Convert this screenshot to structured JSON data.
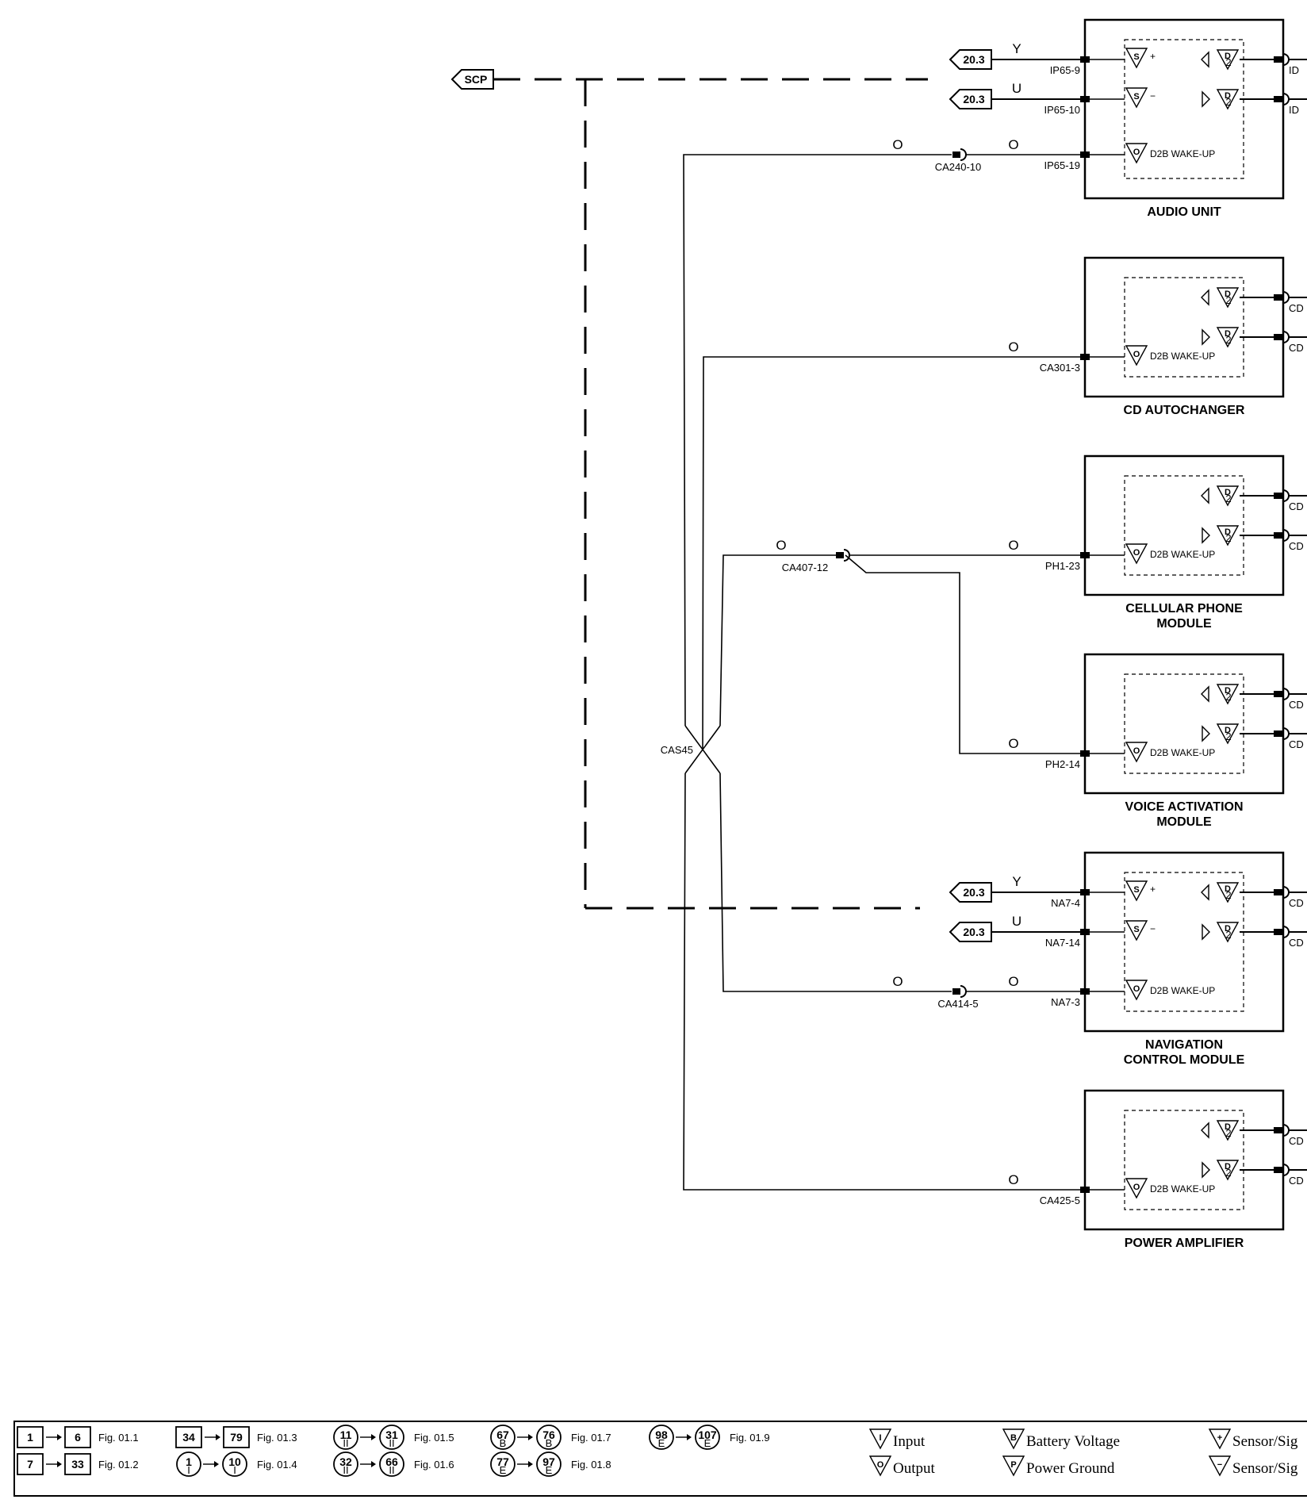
{
  "scp_label": "SCP",
  "splice_label": "CAS45",
  "modules": [
    {
      "title": [
        "AUDIO UNIT"
      ],
      "has_scp": true,
      "scp_plus_pin": "IP65-9",
      "scp_minus_pin": "IP65-10",
      "scp_ref": "20.3",
      "scp_plus_color": "Y",
      "scp_minus_color": "U",
      "wake_pin": "IP65-19",
      "wake_color": "O",
      "right_pins": [
        "ID",
        "ID"
      ],
      "d2b_label": "D2B WAKE-UP"
    },
    {
      "title": [
        "CD AUTOCHANGER"
      ],
      "has_scp": false,
      "wake_pin": "CA301-3",
      "wake_color": "O",
      "right_pins": [
        "CD",
        "CD"
      ],
      "d2b_label": "D2B WAKE-UP"
    },
    {
      "title": [
        "CELLULAR PHONE",
        "MODULE"
      ],
      "has_scp": false,
      "wake_pin": "PH1-23",
      "wake_color": "O",
      "right_pins": [
        "CD",
        "CD"
      ],
      "d2b_label": "D2B WAKE-UP"
    },
    {
      "title": [
        "VOICE ACTIVATION",
        "MODULE"
      ],
      "has_scp": false,
      "wake_pin": "PH2-14",
      "wake_color": "O",
      "right_pins": [
        "CD",
        "CD"
      ],
      "d2b_label": "D2B WAKE-UP"
    },
    {
      "title": [
        "NAVIGATION",
        "CONTROL MODULE"
      ],
      "has_scp": true,
      "scp_plus_pin": "NA7-4",
      "scp_minus_pin": "NA7-14",
      "scp_ref": "20.3",
      "scp_plus_color": "Y",
      "scp_minus_color": "U",
      "wake_pin": "NA7-3",
      "wake_color": "O",
      "right_pins": [
        "CD",
        "CD"
      ],
      "d2b_label": "D2B WAKE-UP"
    },
    {
      "title": [
        "POWER AMPLIFIER"
      ],
      "has_scp": false,
      "wake_pin": "CA425-5",
      "wake_color": "O",
      "right_pins": [
        "CD",
        "CD"
      ],
      "d2b_label": "D2B WAKE-UP"
    }
  ],
  "inline_connectors": [
    {
      "label": "CA240-10",
      "color_left": "O",
      "color_right": "O"
    },
    {
      "label": "CA407-12",
      "color_left": "O",
      "color_right": "O"
    },
    {
      "label": "CA414-5",
      "color_left": "O",
      "color_right": "O"
    }
  ],
  "voice_wire_color": "O",
  "triangle_glyphs": {
    "s": "S",
    "d": "D",
    "o": "O",
    "d_sub": "2",
    "plus": "+",
    "minus": "−"
  },
  "legend": {
    "refs": [
      {
        "from": "1",
        "to": "6",
        "fig": "Fig. 01.1",
        "shape": "box"
      },
      {
        "from": "7",
        "to": "33",
        "fig": "Fig. 01.2",
        "shape": "box"
      },
      {
        "from": "34",
        "to": "79",
        "fig": "Fig. 01.3",
        "shape": "box"
      },
      {
        "from": "1",
        "to": "10",
        "fig": "Fig. 01.4",
        "shape": "circle",
        "sub": "I"
      },
      {
        "from": "11",
        "to": "31",
        "fig": "Fig. 01.5",
        "shape": "circle",
        "sub": "II"
      },
      {
        "from": "32",
        "to": "66",
        "fig": "Fig. 01.6",
        "shape": "circle",
        "sub": "II"
      },
      {
        "from": "67",
        "to": "76",
        "fig": "Fig. 01.7",
        "shape": "circle",
        "sub": "B"
      },
      {
        "from": "77",
        "to": "97",
        "fig": "Fig. 01.8",
        "shape": "circle",
        "sub": "E"
      },
      {
        "from": "98",
        "to": "107",
        "fig": "Fig. 01.9",
        "shape": "circle",
        "sub": "E"
      }
    ],
    "symbols": [
      {
        "glyph": "I",
        "text": "Input"
      },
      {
        "glyph": "O",
        "text": "Output"
      },
      {
        "glyph": "B",
        "text": "Battery Voltage"
      },
      {
        "glyph": "P",
        "text": "Power Ground"
      },
      {
        "glyph": "+",
        "text": "Sensor/Sig"
      },
      {
        "glyph": "−",
        "text": "Sensor/Sig"
      }
    ]
  }
}
